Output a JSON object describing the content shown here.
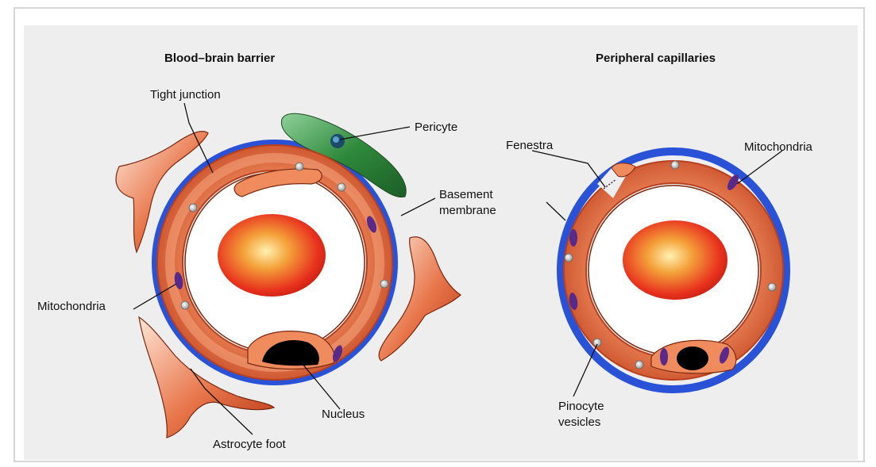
{
  "diagram": {
    "left_title": "Blood–brain barrier",
    "right_title": "Peripheral capillaries",
    "labels": {
      "tight_junction": "Tight junction",
      "pericyte": "Pericyte",
      "basement_membrane_line1": "Basement",
      "basement_membrane_line2": "membrane",
      "mitochondria_left": "Mitochondria",
      "nucleus": "Nucleus",
      "astrocyte_foot": "Astrocyte foot",
      "fenestra": "Fenestra",
      "mitochondria_right": "Mitochondria",
      "pinocyte_line1": "Pinocyte",
      "pinocyte_line2": "vesicles"
    },
    "colors": {
      "background": "#eeeeee",
      "membrane_blue": "#2a52d6",
      "endothelium": "#e8805a",
      "endothelium_dark": "#b8401e",
      "red_cell": "#e8321e",
      "pericyte_green": "#2f8a3c",
      "mitochondria": "#5a2a8a",
      "nucleus": "#000000"
    }
  }
}
